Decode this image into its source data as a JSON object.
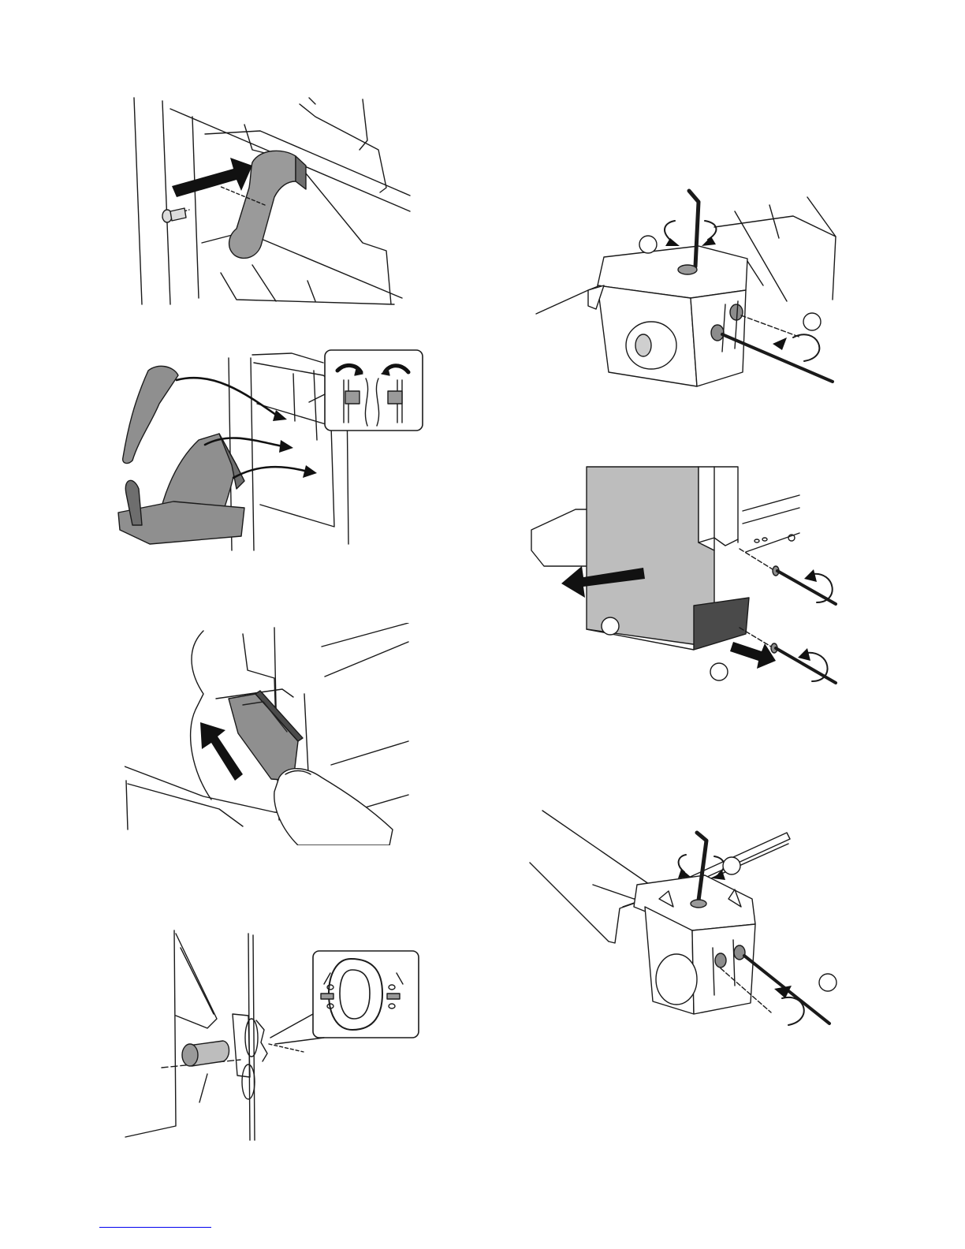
{
  "document": {
    "type": "installation-manual-page",
    "figures": [
      {
        "id": "fig-1",
        "subject": "grip-lever-screw",
        "callouts": []
      },
      {
        "id": "fig-2",
        "subject": "cover-and-tray-hook-install",
        "callouts": []
      },
      {
        "id": "fig-3",
        "subject": "cartridge-insert",
        "callouts": []
      },
      {
        "id": "fig-4",
        "subject": "pin-alignment-detail",
        "callouts": []
      },
      {
        "id": "fig-5",
        "subject": "caster-hex-and-screws",
        "callouts": [
          "",
          ""
        ]
      },
      {
        "id": "fig-6",
        "subject": "foot-cover-removal",
        "callouts": [
          "",
          ""
        ]
      },
      {
        "id": "fig-7",
        "subject": "caster-hex-and-screws-side",
        "callouts": [
          "",
          ""
        ]
      }
    ],
    "colors": {
      "line": "#1a1a1a",
      "arrow": "#111111",
      "shade_light": "#cfcfcf",
      "shade_mid": "#8c8c8c",
      "shade_dark": "#4a4a4a",
      "link_underline": "#0000ee"
    },
    "footer": {
      "link_text": ""
    }
  }
}
